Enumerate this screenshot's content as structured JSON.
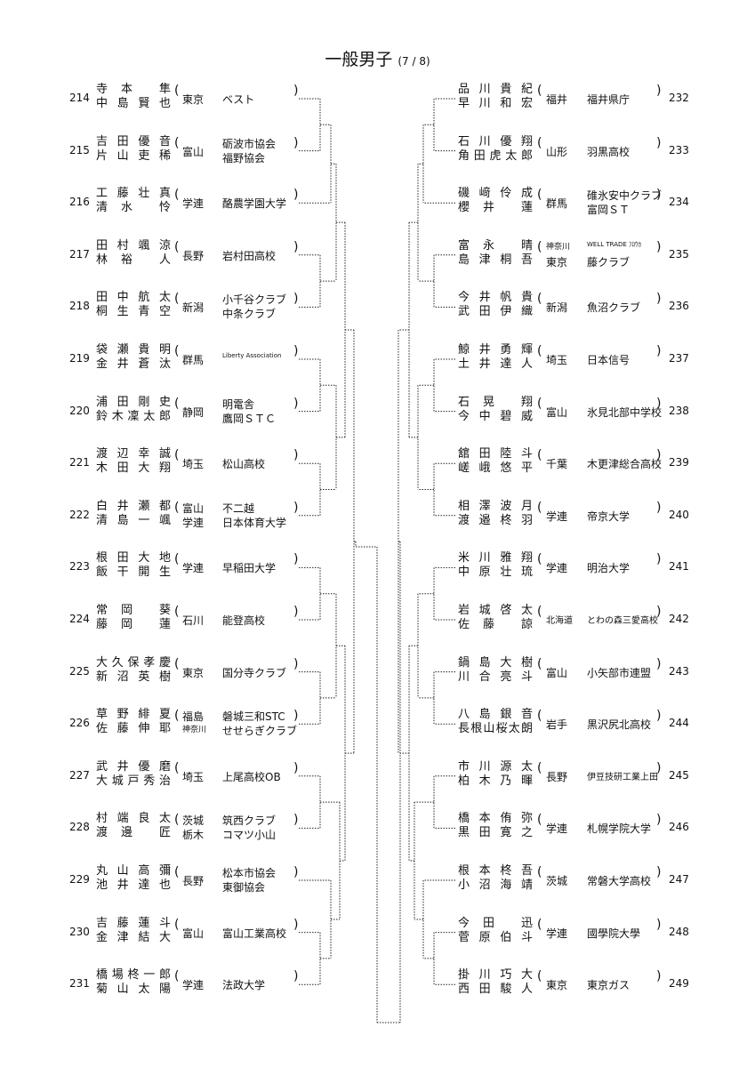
{
  "title": "一般男子",
  "subtitle": "(7 / 8)",
  "left": [
    {
      "num": "214",
      "p1": "寺本隼",
      "p2": "中島賢也",
      "pref": [
        "東京"
      ],
      "aff": [
        "ベスト"
      ]
    },
    {
      "num": "215",
      "p1": "吉田優音",
      "p2": "片山吏稀",
      "pref": [
        "富山"
      ],
      "aff": [
        "砺波市協会",
        "福野協会"
      ]
    },
    {
      "num": "216",
      "p1": "工藤壮真",
      "p2": "清水怜",
      "pref": [
        "学連"
      ],
      "aff": [
        "酪農学園大学"
      ]
    },
    {
      "num": "217",
      "p1": "田村颯涼",
      "p2": "林裕人",
      "pref": [
        "長野"
      ],
      "aff": [
        "岩村田高校"
      ]
    },
    {
      "num": "218",
      "p1": "田中航太",
      "p2": "桐生青空",
      "pref": [
        "新潟"
      ],
      "aff": [
        "小千谷クラブ",
        "中条クラブ"
      ]
    },
    {
      "num": "219",
      "p1": "袋瀬貴明",
      "p2": "金井蒼汰",
      "pref": [
        "群馬"
      ],
      "aff": [
        "Liberty Association"
      ]
    },
    {
      "num": "220",
      "p1": "浦田剛史",
      "p2": "鈴木凜太郎",
      "pref": [
        "静岡"
      ],
      "aff": [
        "明電舎",
        "鷹岡ＳＴＣ"
      ]
    },
    {
      "num": "221",
      "p1": "渡辺幸誠",
      "p2": "木田大翔",
      "pref": [
        "埼玉"
      ],
      "aff": [
        "松山高校"
      ]
    },
    {
      "num": "222",
      "p1": "白井瀬都",
      "p2": "清島一颯",
      "pref": [
        "富山",
        "学連"
      ],
      "aff": [
        "不二越",
        "日本体育大学"
      ]
    },
    {
      "num": "223",
      "p1": "根田大地",
      "p2": "飯干開生",
      "pref": [
        "学連"
      ],
      "aff": [
        "早稲田大学"
      ]
    },
    {
      "num": "224",
      "p1": "常岡葵",
      "p2": "藤岡蓮",
      "pref": [
        "石川"
      ],
      "aff": [
        "能登高校"
      ]
    },
    {
      "num": "225",
      "p1": "大久保孝慶",
      "p2": "新沼英樹",
      "pref": [
        "東京"
      ],
      "aff": [
        "国分寺クラブ"
      ]
    },
    {
      "num": "226",
      "p1": "草野緋夏",
      "p2": "佐藤伸耶",
      "pref": [
        "福島",
        "神奈川"
      ],
      "aff": [
        "磐城三和STC",
        "せせらぎクラブ"
      ]
    },
    {
      "num": "227",
      "p1": "武井優磨",
      "p2": "大城戸秀治",
      "pref": [
        "埼玉"
      ],
      "aff": [
        "上尾高校OB"
      ]
    },
    {
      "num": "228",
      "p1": "村端良太",
      "p2": "渡邊匠",
      "pref": [
        "茨城",
        "栃木"
      ],
      "aff": [
        "筑西クラブ",
        "コマツ小山"
      ]
    },
    {
      "num": "229",
      "p1": "丸山高彌",
      "p2": "池井達也",
      "pref": [
        "長野"
      ],
      "aff": [
        "松本市協会",
        "東御協会"
      ]
    },
    {
      "num": "230",
      "p1": "吉藤蓮斗",
      "p2": "金津結大",
      "pref": [
        "富山"
      ],
      "aff": [
        "富山工業高校"
      ]
    },
    {
      "num": "231",
      "p1": "橋場柊一郎",
      "p2": "菊山太陽",
      "pref": [
        "学連"
      ],
      "aff": [
        "法政大学"
      ]
    }
  ],
  "right": [
    {
      "num": "232",
      "p1": "品川貴紀",
      "p2": "早川和宏",
      "pref": [
        "福井"
      ],
      "aff": [
        "福井県庁"
      ]
    },
    {
      "num": "233",
      "p1": "石川優翔",
      "p2": "角田虎太郎",
      "pref": [
        "山形"
      ],
      "aff": [
        "羽黒高校"
      ]
    },
    {
      "num": "234",
      "p1": "磯﨑伶成",
      "p2": "櫻井蓮",
      "pref": [
        "群馬"
      ],
      "aff": [
        "碓氷安中クラブ",
        "富岡ＳＴ"
      ]
    },
    {
      "num": "235",
      "p1": "富永晴",
      "p2": "島津桐吾",
      "pref": [
        "神奈川",
        "東京"
      ],
      "aff": [
        "WELL TRADE ﾌﾛｳｶ",
        "藤クラブ"
      ]
    },
    {
      "num": "236",
      "p1": "今井帆貴",
      "p2": "武田伊織",
      "pref": [
        "新潟"
      ],
      "aff": [
        "魚沼クラブ"
      ]
    },
    {
      "num": "237",
      "p1": "鯨井勇輝",
      "p2": "土井達人",
      "pref": [
        "埼玉"
      ],
      "aff": [
        "日本信号"
      ]
    },
    {
      "num": "238",
      "p1": "石晃翔",
      "p2": "今中碧威",
      "pref": [
        "富山"
      ],
      "aff": [
        "氷見北部中学校"
      ]
    },
    {
      "num": "239",
      "p1": "舘田陸斗",
      "p2": "嵯峨悠平",
      "pref": [
        "千葉"
      ],
      "aff": [
        "木更津総合高校"
      ]
    },
    {
      "num": "240",
      "p1": "相澤波月",
      "p2": "渡邉柊羽",
      "pref": [
        "学連"
      ],
      "aff": [
        "帝京大学"
      ]
    },
    {
      "num": "241",
      "p1": "米川雅翔",
      "p2": "中原壮琉",
      "pref": [
        "学連"
      ],
      "aff": [
        "明治大学"
      ]
    },
    {
      "num": "242",
      "p1": "岩城啓太",
      "p2": "佐藤諒",
      "pref": [
        "北海道"
      ],
      "aff": [
        "とわの森三愛高校"
      ]
    },
    {
      "num": "243",
      "p1": "鍋島大樹",
      "p2": "川合亮斗",
      "pref": [
        "富山"
      ],
      "aff": [
        "小矢部市連盟"
      ]
    },
    {
      "num": "244",
      "p1": "八島銀音",
      "p2": "長根山桜太朗",
      "pref": [
        "岩手"
      ],
      "aff": [
        "黒沢尻北高校"
      ]
    },
    {
      "num": "245",
      "p1": "市川源太",
      "p2": "柏木乃暉",
      "pref": [
        "長野"
      ],
      "aff": [
        "伊豆技研工業上田"
      ]
    },
    {
      "num": "246",
      "p1": "橋本侑弥",
      "p2": "黒田寛之",
      "pref": [
        "学連"
      ],
      "aff": [
        "札幌学院大学"
      ]
    },
    {
      "num": "247",
      "p1": "根本柊吾",
      "p2": "小沼海靖",
      "pref": [
        "茨城"
      ],
      "aff": [
        "常磐大学高校"
      ]
    },
    {
      "num": "248",
      "p1": "今田迅",
      "p2": "菅原伯斗",
      "pref": [
        "学連"
      ],
      "aff": [
        "國學院大學"
      ]
    },
    {
      "num": "249",
      "p1": "掛川巧大",
      "p2": "西田駿人",
      "pref": [
        "東京"
      ],
      "aff": [
        "東京ガス"
      ]
    }
  ]
}
